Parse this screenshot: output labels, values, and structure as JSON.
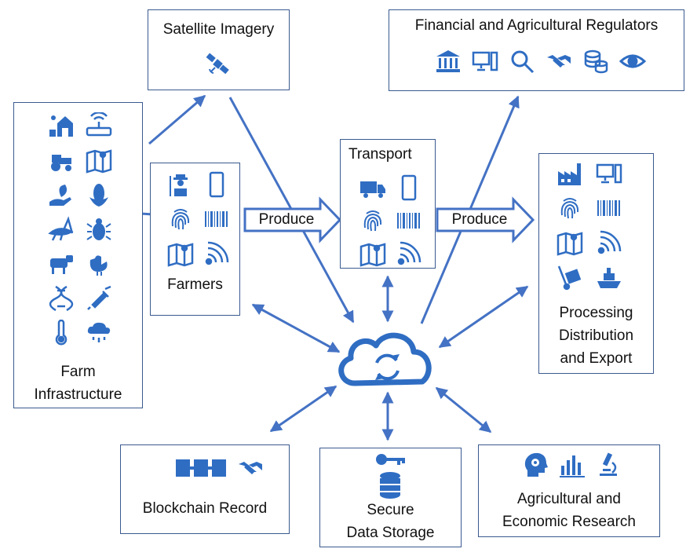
{
  "diagram": {
    "nodes": {
      "satellite": {
        "label": "Satellite Imagery"
      },
      "regulators": {
        "label": "Financial and Agricultural Regulators"
      },
      "farm_infra": {
        "label": "Farm\nInfrastructure"
      },
      "farmers": {
        "label": "Farmers"
      },
      "transport": {
        "label": "Transport"
      },
      "processing": {
        "label": "Processing\nDistribution\nand Export"
      },
      "blockchain": {
        "label": "Blockchain Record"
      },
      "storage": {
        "label": "Secure\nData Storage"
      },
      "research": {
        "label": "Agricultural and\nEconomic Research"
      }
    },
    "edges": {
      "produce_1": "Produce",
      "produce_2": "Produce"
    },
    "icons": {
      "satellite": [
        "satellite-icon"
      ],
      "regulators": [
        "bank-icon",
        "computer-icon",
        "magnifier-icon",
        "handshake-icon",
        "coins-icon",
        "eye-icon"
      ],
      "farm_infra": [
        "farm-barn-icon",
        "router-icon",
        "tractor-icon",
        "map-pin-icon",
        "plant-hand-icon",
        "corn-icon",
        "grasshopper-icon",
        "beetle-icon",
        "cow-icon",
        "chicken-icon",
        "dna-icon",
        "syringe-icon",
        "thermometer-icon",
        "rain-cloud-icon"
      ],
      "farmers": [
        "farmer-icon",
        "phone-icon",
        "fingerprint-icon",
        "barcode-icon",
        "map-pin-icon",
        "wireless-icon"
      ],
      "transport": [
        "truck-icon",
        "phone-icon",
        "fingerprint-icon",
        "barcode-icon",
        "map-pin-icon",
        "wireless-icon"
      ],
      "processing": [
        "factory-icon",
        "computer-icon",
        "fingerprint-icon",
        "barcode-icon",
        "map-pin-icon",
        "wireless-icon",
        "hand-truck-icon",
        "ship-icon"
      ],
      "blockchain": [
        "chain-icon",
        "handshake-icon"
      ],
      "storage": [
        "key-icon",
        "database-icon"
      ],
      "research": [
        "brain-gear-icon",
        "bar-chart-icon",
        "microscope-icon"
      ],
      "hub": "cloud-sync-icon"
    },
    "colors": {
      "accent": "#2f6dc3",
      "arrow": "#4472c4",
      "border": "#3a5a8f",
      "text": "#111111"
    }
  }
}
